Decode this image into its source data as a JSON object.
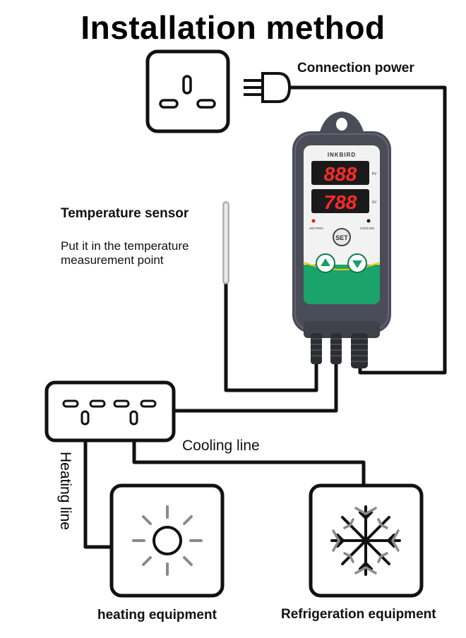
{
  "title": "Installation method",
  "labels": {
    "connection_power": "Connection power",
    "temperature_sensor": "Temperature sensor",
    "sensor_note_line1": "Put it in the temperature",
    "sensor_note_line2": "measurement point",
    "cooling_line": "Cooling line",
    "heating_line": "Heating line",
    "heating_equipment": "heating equipment",
    "refrigeration_equipment": "Refrigeration equipment"
  },
  "controller": {
    "brand": "INKBIRD",
    "display_top": "888",
    "display_bottom": "788",
    "pv_label": "PV",
    "sv_label": "SV",
    "heating_label": "HEATING",
    "cooling_label": "COOLING",
    "set_button": "SET"
  },
  "colors": {
    "line": "#111111",
    "device_body": "#4a4d57",
    "display": "#1a1a1a",
    "digits": "#ff2a2a",
    "green_panel": "#1aa36b",
    "button_green": "#19a06a",
    "icon_gray": "#8a8a8a"
  },
  "icons": [
    "uk-socket-icon",
    "plug-icon",
    "sun-icon",
    "snowflake-icon"
  ]
}
